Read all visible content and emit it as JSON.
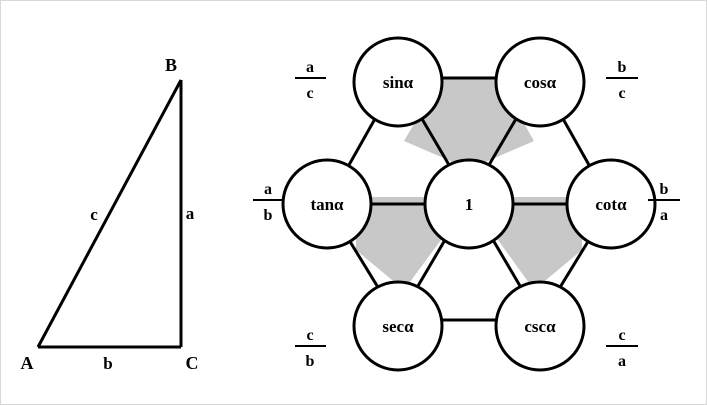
{
  "triangle": {
    "vertex_a": "A",
    "vertex_b": "B",
    "vertex_c": "C",
    "side_hyp": "c",
    "side_vertical": "a",
    "side_base": "b"
  },
  "hexagon": {
    "center": "1",
    "sin": "sinα",
    "cos": "cosα",
    "tan": "tanα",
    "cot": "cotα",
    "sec": "secα",
    "csc": "cscα"
  },
  "fractions": {
    "sin": {
      "num": "a",
      "den": "c"
    },
    "cos": {
      "num": "b",
      "den": "c"
    },
    "tan": {
      "num": "a",
      "den": "b"
    },
    "cot": {
      "num": "b",
      "den": "a"
    },
    "sec": {
      "num": "c",
      "den": "b"
    },
    "csc": {
      "num": "c",
      "den": "a"
    }
  },
  "colors": {
    "shade": "#c8c8c8",
    "stroke": "#000000",
    "background": "#ffffff"
  }
}
